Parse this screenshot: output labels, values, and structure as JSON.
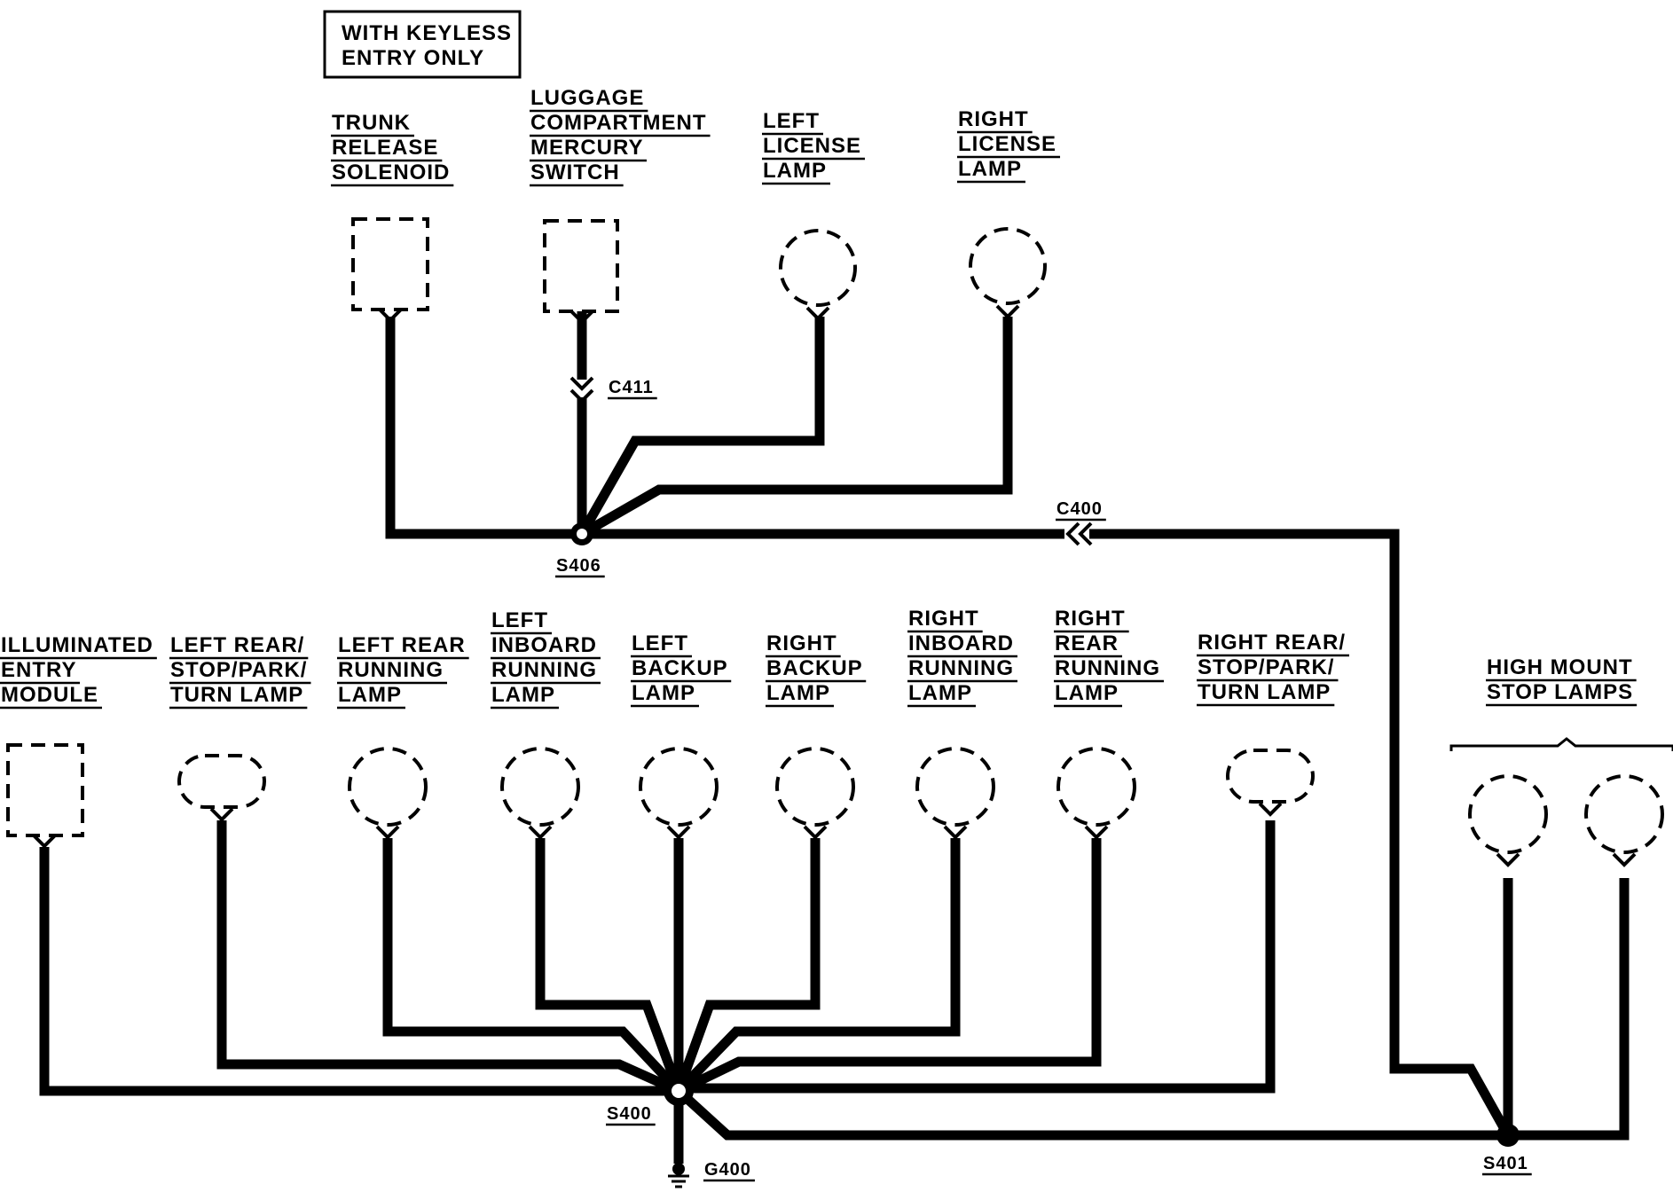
{
  "note": [
    "WITH KEYLESS",
    "ENTRY ONLY"
  ],
  "components": {
    "trunk_release_solenoid": [
      "TRUNK",
      "RELEASE",
      "SOLENOID"
    ],
    "luggage_compartment_mercury_switch": [
      "LUGGAGE",
      "COMPARTMENT",
      "MERCURY",
      "SWITCH"
    ],
    "left_license_lamp": [
      "LEFT",
      "LICENSE",
      "LAMP"
    ],
    "right_license_lamp": [
      "RIGHT",
      "LICENSE",
      "LAMP"
    ],
    "illuminated_entry_module": [
      "ILLUMINATED",
      "ENTRY",
      "MODULE"
    ],
    "left_rear_stop_park_turn_lamp": [
      "LEFT REAR/",
      "STOP/PARK/",
      "TURN LAMP"
    ],
    "left_rear_running_lamp": [
      "LEFT REAR",
      "RUNNING",
      "LAMP"
    ],
    "left_inboard_running_lamp": [
      "LEFT",
      "INBOARD",
      "RUNNING",
      "LAMP"
    ],
    "left_backup_lamp": [
      "LEFT",
      "BACKUP",
      "LAMP"
    ],
    "right_backup_lamp": [
      "RIGHT",
      "BACKUP",
      "LAMP"
    ],
    "right_inboard_running_lamp": [
      "RIGHT",
      "INBOARD",
      "RUNNING",
      "LAMP"
    ],
    "right_rear_running_lamp": [
      "RIGHT",
      "REAR",
      "RUNNING",
      "LAMP"
    ],
    "right_rear_stop_park_turn_lamp": [
      "RIGHT REAR/",
      "STOP/PARK/",
      "TURN LAMP"
    ],
    "high_mount_stop_lamps": [
      "HIGH MOUNT",
      "STOP LAMPS"
    ]
  },
  "connectors": {
    "c411": "C411",
    "c400": "C400",
    "s406": "S406",
    "s400": "S400",
    "s401": "S401",
    "g400": "G400"
  }
}
